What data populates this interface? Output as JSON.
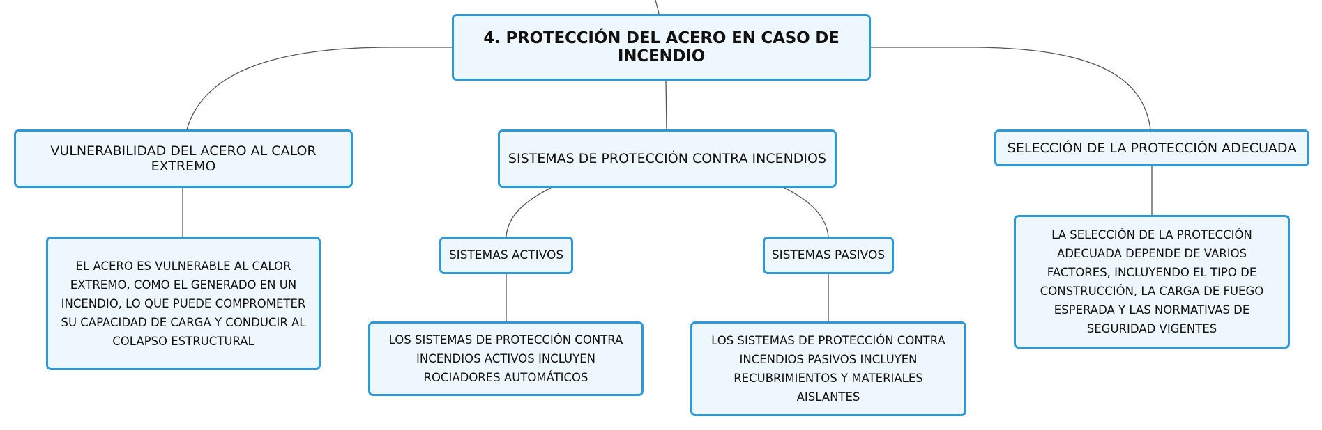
{
  "diagram": {
    "root": {
      "text": "4. PROTECCIÓN DEL ACERO EN CASO DE INCENDIO"
    },
    "branches": [
      {
        "title": "VULNERABILIDAD DEL ACERO AL CALOR EXTREMO",
        "detail": "EL ACERO ES VULNERABLE AL CALOR EXTREMO, COMO EL GENERADO EN UN INCENDIO, LO QUE PUEDE COMPROMETER SU CAPACIDAD DE CARGA Y CONDUCIR AL COLAPSO ESTRUCTURAL"
      },
      {
        "title": "SISTEMAS DE PROTECCIÓN CONTRA INCENDIOS",
        "children": [
          {
            "title": "SISTEMAS ACTIVOS",
            "detail": "LOS SISTEMAS DE PROTECCIÓN CONTRA INCENDIOS ACTIVOS INCLUYEN ROCIADORES AUTOMÁTICOS"
          },
          {
            "title": "SISTEMAS PASIVOS",
            "detail": "LOS SISTEMAS DE PROTECCIÓN CONTRA INCENDIOS PASIVOS INCLUYEN RECUBRIMIENTOS Y MATERIALES AISLANTES"
          }
        ]
      },
      {
        "title": "SELECCIÓN DE LA PROTECCIÓN ADECUADA",
        "detail": "LA SELECCIÓN DE LA PROTECCIÓN ADECUADA DEPENDE DE VARIOS FACTORES, INCLUYENDO EL TIPO DE CONSTRUCCIÓN, LA CARGA DE FUEGO ESPERADA Y LAS NORMATIVAS DE SEGURIDAD VIGENTES"
      }
    ]
  },
  "colors": {
    "node_border": "#2d9ad8",
    "node_fill": "#eef7fd",
    "connector": "#555555"
  }
}
